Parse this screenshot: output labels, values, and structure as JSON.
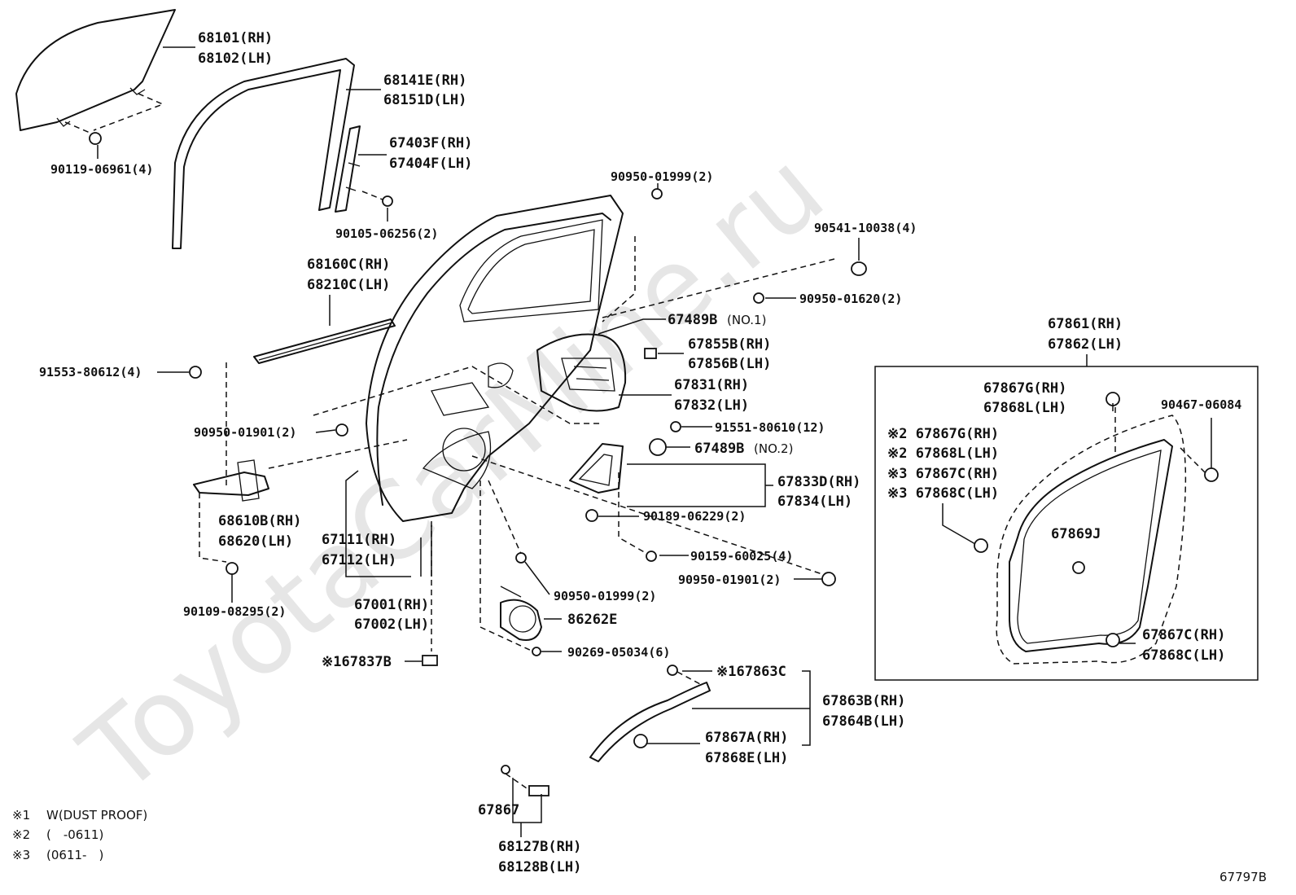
{
  "watermark": "ToyotaCarMine.ru",
  "diagram_code": "67797B",
  "notes": [
    {
      "mark": "※1",
      "text": "W(DUST PROOF)"
    },
    {
      "mark": "※2",
      "text": "(　-0611)"
    },
    {
      "mark": "※3",
      "text": "(0611-　)"
    }
  ],
  "labels": {
    "p68101": "68101(RH)",
    "p68102": "68102(LH)",
    "p90119": "90119-06961(4)",
    "p68141e": "68141E(RH)",
    "p68151d": "68151D(LH)",
    "p67403f": "67403F(RH)",
    "p67404f": "67404F(LH)",
    "p90105": "90105-06256(2)",
    "p90950_01999_top": "90950-01999(2)",
    "p90541": "90541-10038(4)",
    "p68160c": "68160C(RH)",
    "p68210c": "68210C(LH)",
    "p90950_01620": "90950-01620(2)",
    "p67489b1": "67489B",
    "p67489b1_sub": "(NO.1)",
    "p67855b": "67855B(RH)",
    "p67856b": "67856B(LH)",
    "p67861": "67861(RH)",
    "p67862": "67862(LH)",
    "p91553": "91553-80612(4)",
    "p67831": "67831(RH)",
    "p67832": "67832(LH)",
    "p67867g_box": "67867G(RH)",
    "p67868l_box": "67868L(LH)",
    "p90467": "90467-06084",
    "p91551": "91551-80610(12)",
    "p90950_01901_left": "90950-01901(2)",
    "p67489b2": "67489B",
    "p67489b2_sub": "(NO.2)",
    "p67867g_n2": "※2 67867G(RH)",
    "p67868l_n2": "※2 67868L(LH)",
    "p67867c_n3": "※3 67867C(RH)",
    "p67868c_n3": "※3 67868C(LH)",
    "p67833d": "67833D(RH)",
    "p67834": "67834(LH)",
    "p68610b": "68610B(RH)",
    "p68620": "68620(LH)",
    "p90189": "90189-06229(2)",
    "p67869j": "67869J",
    "p67111": "67111(RH)",
    "p67112": "67112(LH)",
    "p90159": "90159-60025(4)",
    "p90950_01901_right": "90950-01901(2)",
    "p90109": "90109-08295(2)",
    "p90950_01999_mid": "90950-01999(2)",
    "p67001": "67001(RH)",
    "p67002": "67002(LH)",
    "p86262e": "86262E",
    "p67867c_box": "67867C(RH)",
    "p67868c_box": "67868C(LH)",
    "p90269": "90269-05034(6)",
    "p67837b": "※167837B",
    "p67863c": "※167863C",
    "p67863b": "67863B(RH)",
    "p67864b": "67864B(LH)",
    "p67867a": "67867A(RH)",
    "p67868e": "67868E(LH)",
    "p67867": "67867",
    "p68127b": "68127B(RH)",
    "p68128b": "68128B(LH)"
  }
}
